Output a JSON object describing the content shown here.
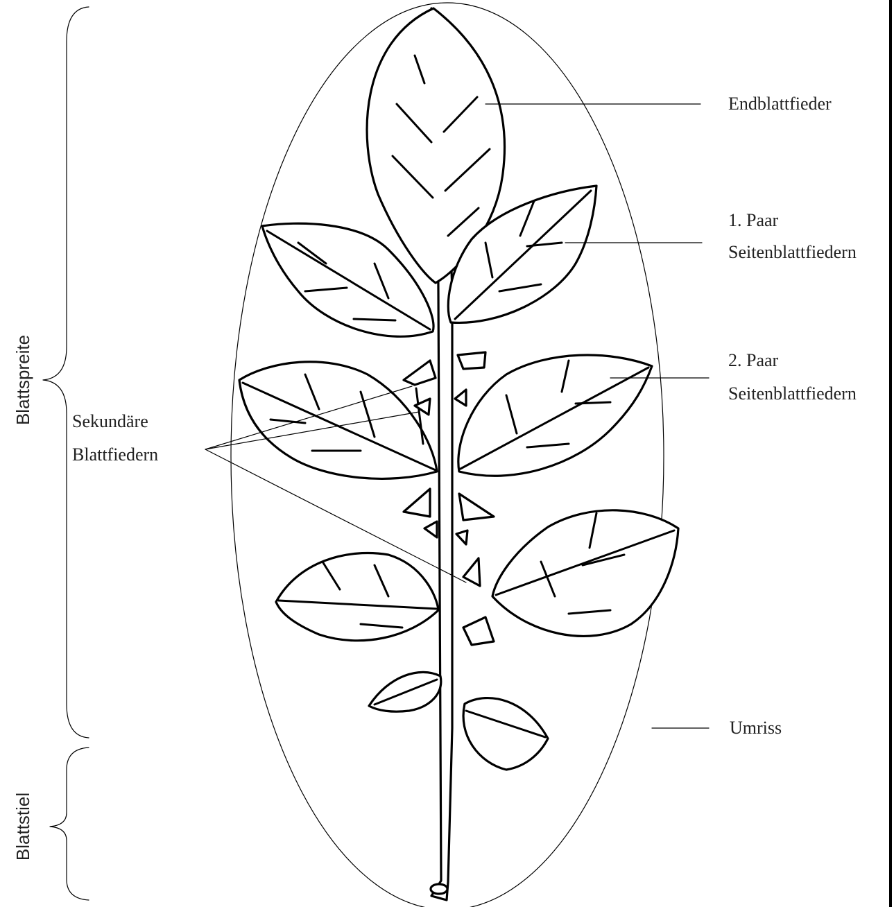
{
  "labels": {
    "endblattfieder": "Endblattfieder",
    "paar1_line1": "1. Paar",
    "paar1_line2": "Seitenblattfiedern",
    "paar2_line1": "2. Paar",
    "paar2_line2": "Seitenblattfiedern",
    "sekundaere_line1": "Sekundäre",
    "sekundaere_line2": "Blattfiedern",
    "umriss": "Umriss",
    "blattspreite": "Blattspreite",
    "blattstiel": "Blattstiel"
  }
}
